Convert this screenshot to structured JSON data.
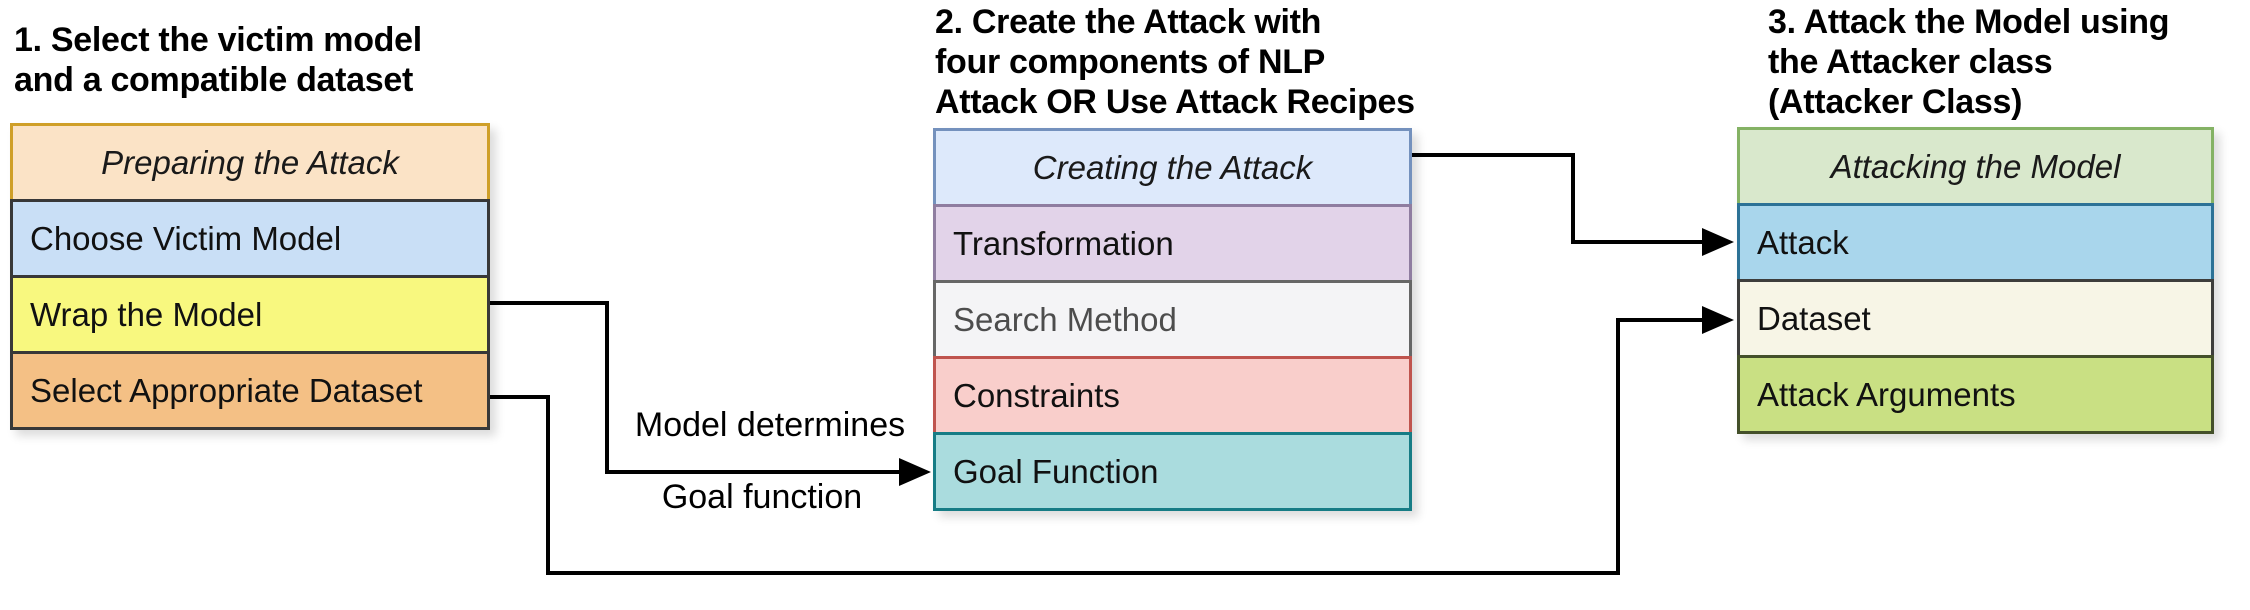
{
  "diagram": {
    "background": "#ffffff",
    "arrow_color": "#000000",
    "heading_color": "#000000"
  },
  "headings": {
    "step1": "1. Select the victim model\nand a compatible dataset",
    "step2": "2. Create the Attack with\nfour components of NLP\nAttack OR Use Attack Recipes",
    "step3": "3. Attack the Model using\nthe Attacker class\n(Attacker Class)"
  },
  "boxes": {
    "preparing": {
      "title": "Preparing the Attack",
      "title_fill": "#fbe3c6",
      "title_border": "#cf9f28",
      "title_text": "#1a1a1a",
      "rows": [
        {
          "label": "Choose Victim Model",
          "fill": "#c9dff6",
          "border": "#383838",
          "text": "#111111"
        },
        {
          "label": "Wrap the Model",
          "fill": "#f8f87f",
          "border": "#383838",
          "text": "#111111"
        },
        {
          "label": "Select Appropriate Dataset",
          "fill": "#f4c085",
          "border": "#383838",
          "text": "#111111"
        }
      ]
    },
    "creating": {
      "title": "Creating the Attack",
      "title_fill": "#dde9fb",
      "title_border": "#7491bd",
      "title_text": "#1a1a1a",
      "rows": [
        {
          "label": "Transformation",
          "fill": "#e2d3e9",
          "border": "#8f7da0",
          "text": "#111111"
        },
        {
          "label": "Search Method",
          "fill": "#f4f4f6",
          "border": "#666666",
          "text": "#4d4d4d"
        },
        {
          "label": "Constraints",
          "fill": "#f9cecb",
          "border": "#bf544e",
          "text": "#111111"
        },
        {
          "label": "Goal Function",
          "fill": "#aadcde",
          "border": "#167c85",
          "text": "#111111"
        }
      ]
    },
    "attacking": {
      "title": "Attacking the Model",
      "title_fill": "#d9e8cc",
      "title_border": "#84b264",
      "title_text": "#1a1a1a",
      "rows": [
        {
          "label": "Attack",
          "fill": "#a9d6ec",
          "border": "#2c7296",
          "text": "#111111"
        },
        {
          "label": "Dataset",
          "fill": "#f7f5e6",
          "border": "#3d3d3b",
          "text": "#111111"
        },
        {
          "label": "Attack Arguments",
          "fill": "#c9e083",
          "border": "#44502a",
          "text": "#111111"
        }
      ]
    }
  },
  "arrows": {
    "label_model_determines": "Model determines",
    "label_goal_function": "Goal function"
  }
}
